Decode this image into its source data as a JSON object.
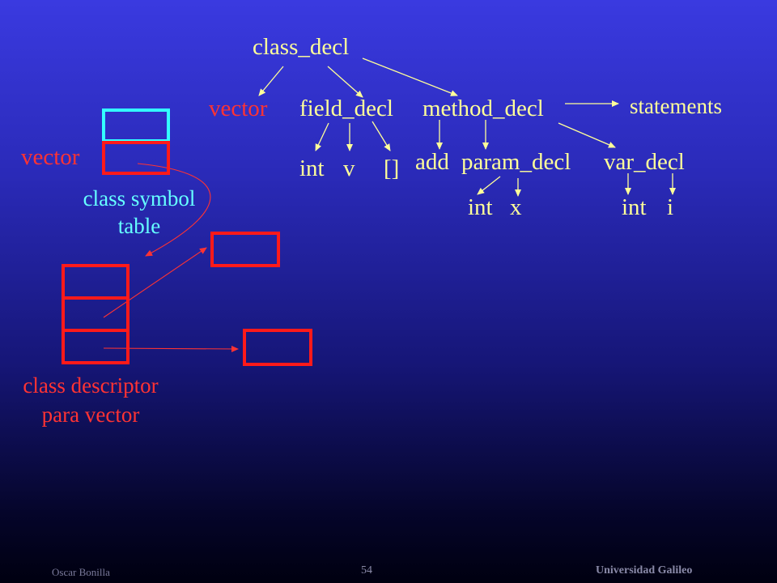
{
  "tree": {
    "root": "class_decl",
    "vector": "vector",
    "field_decl": "field_decl",
    "method_decl": "method_decl",
    "statements": "statements",
    "field_int": "int",
    "field_v": "v",
    "field_brackets": "[]",
    "method_add": "add",
    "param_decl": "param_decl",
    "var_decl": "var_decl",
    "param_int": "int",
    "param_x": "x",
    "var_int": "int",
    "var_i": "i"
  },
  "symbol_table": {
    "entry_label": "vector",
    "caption_line1": "class symbol",
    "caption_line2": "table"
  },
  "descriptor": {
    "caption_line1": "class descriptor",
    "caption_line2": "para vector"
  },
  "footer": {
    "author": "Oscar Bonilla",
    "page": "54",
    "institution": "Universidad Galileo"
  },
  "colors": {
    "text": "#ffff99",
    "highlight": "#ff3333",
    "symbol_table": "#33ffff",
    "arrow": "#ffff99"
  }
}
